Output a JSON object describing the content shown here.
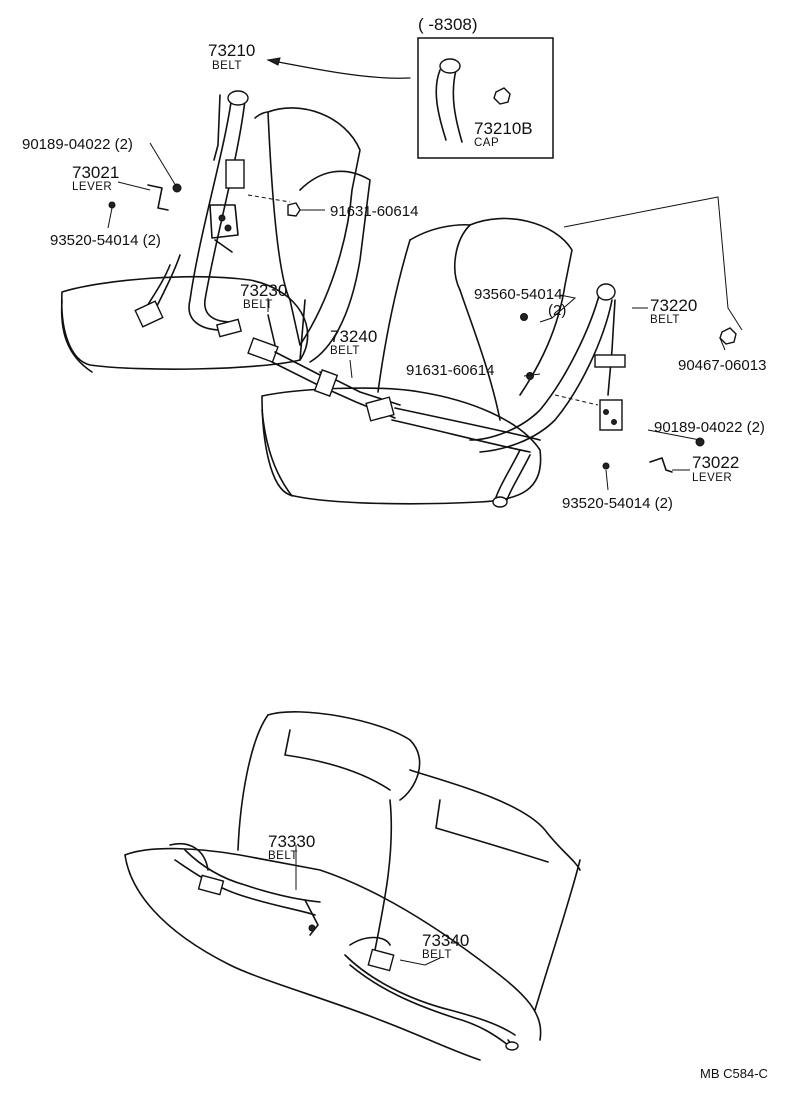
{
  "parts": {
    "belt_73210": {
      "number": "73210",
      "name": "BELT"
    },
    "belt_73220": {
      "number": "73220",
      "name": "BELT"
    },
    "belt_73230": {
      "number": "73230",
      "name": "BELT"
    },
    "belt_73240": {
      "number": "73240",
      "name": "BELT"
    },
    "belt_73330": {
      "number": "73330",
      "name": "BELT"
    },
    "belt_73340": {
      "number": "73340",
      "name": "BELT"
    },
    "lever_73021": {
      "number": "73021",
      "name": "LEVER"
    },
    "lever_73022": {
      "number": "73022",
      "name": "LEVER"
    },
    "cap_73210b": {
      "number": "73210B",
      "name": "CAP"
    }
  },
  "hardware": {
    "bolt_left_top": "90189-04022 (2)",
    "screw_left": "93520-54014 (2)",
    "bolt_left_center": "91631-60614",
    "screw_right_top": "93560-54014",
    "screw_right_top_qty": "(2)",
    "bolt_right_center": "91631-60614",
    "clip_right": "90467-06013",
    "bolt_right": "90189-04022 (2)",
    "screw_right_bottom": "93520-54014 (2)"
  },
  "inset": {
    "range": "(      -8308)"
  },
  "footer": {
    "code": "MB  C584-C"
  }
}
